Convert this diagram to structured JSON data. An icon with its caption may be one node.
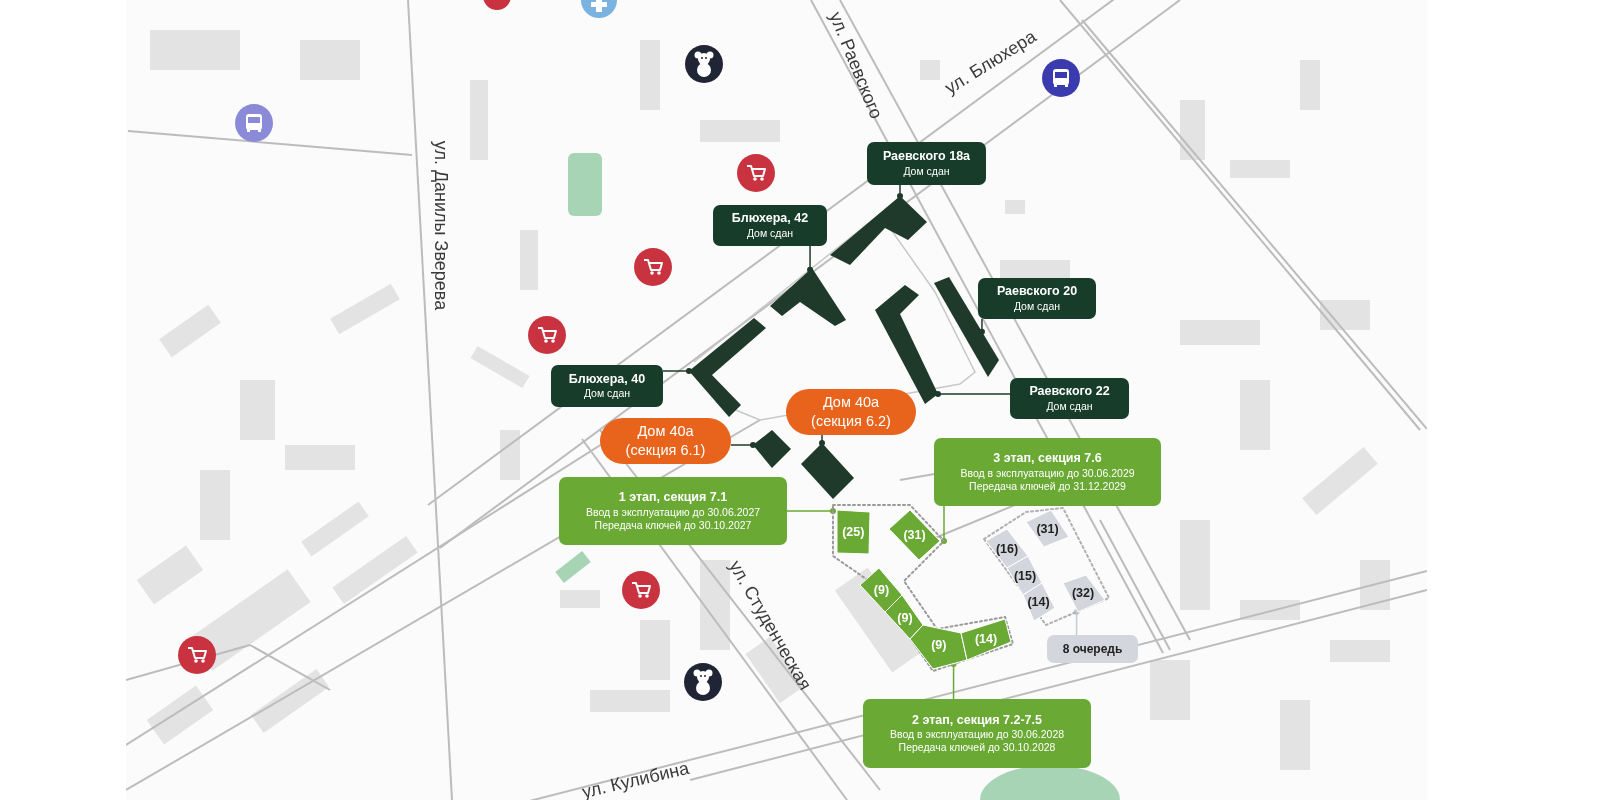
{
  "diagram": {
    "nodes": [
      {
        "text": [
          "Раевского 18а",
          "Дом сдан"
        ]
      },
      {
        "text": [
          "Блюхера, 42",
          "Дом сдан"
        ]
      },
      {
        "text": [
          "Раевского 20",
          "Дом сдан"
        ]
      },
      {
        "text": [
          "Блюхера, 40",
          "Дом сдан"
        ]
      },
      {
        "text": [
          "Раевского 22",
          "Дом сдан"
        ]
      },
      {
        "text": [
          "Дом 40а (секция 6.2)"
        ]
      },
      {
        "text": [
          "Дом 40а (секция 6.1)"
        ]
      },
      {
        "text": [
          "1 этап, секция 7.1",
          "Ввод в эксплуатацию до 30.06.2027",
          "Передача ключей до 30.10.2027"
        ]
      },
      {
        "text": [
          "3 этап, секция 7.6",
          "Ввод в эксплуатацию до 30.06.2029",
          "Передача ключей до 31.12.2029"
        ]
      },
      {
        "text": [
          "2 этап, секция 7.2-7.5",
          "Ввод в эксплуатацию до 30.06.2028",
          "Передача ключей до 30.10.2028"
        ]
      },
      {
        "text": [
          "8 очередь"
        ]
      },
      {
        "text": [],
        "shape": "polygon"
      },
      {
        "text": [],
        "shape": "polygon"
      },
      {
        "text": [],
        "shape": "polygon"
      },
      {
        "text": [],
        "shape": "polygon"
      },
      {
        "text": [],
        "shape": "polygon"
      },
      {
        "text": [],
        "shape": "polygon"
      },
      {
        "text": [],
        "shape": "polygon"
      },
      {
        "text": [],
        "shape": "polygon"
      },
      {
        "text": [
          "(25)"
        ],
        "in": 18
      },
      {
        "text": [
          "(31)"
        ],
        "in": 18
      },
      {
        "text": [
          "(9)"
        ],
        "in": 18
      },
      {
        "text": [
          "(9)"
        ],
        "in": 18
      },
      {
        "text": [
          "(9)"
        ],
        "in": 18
      },
      {
        "text": [
          "(14)"
        ],
        "in": 18
      },
      {
        "text": [],
        "shape": "polygon"
      },
      {
        "text": [
          "(31)"
        ],
        "in": 25
      },
      {
        "text": [
          "(16)"
        ],
        "in": 25
      },
      {
        "text": [
          "(15)"
        ],
        "in": 25
      },
      {
        "text": [
          "(14)"
        ],
        "in": 25
      },
      {
        "text": [
          "(32)"
        ],
        "in": 25
      }
    ],
    "edges": [
      {
        "from": 0,
        "to": 11,
        "arrow": "other"
      },
      {
        "from": 1,
        "to": 12,
        "arrow": "other"
      },
      {
        "from": 2,
        "to": 13,
        "arrow": "other"
      },
      {
        "from": 3,
        "to": 14,
        "arrow": "other"
      },
      {
        "from": 4,
        "to": 15,
        "arrow": "other"
      },
      {
        "from": 5,
        "to": 16,
        "arrow": "other"
      },
      {
        "from": 6,
        "to": 17,
        "arrow": "other"
      },
      {
        "from": 7,
        "to": 18,
        "arrow": "other",
        "color": "#6aa934"
      },
      {
        "from": 8,
        "to": 18,
        "arrow": "other",
        "color": "#6aa934"
      },
      {
        "from": 9,
        "to": 18,
        "arrow": "other",
        "color": "#6aa934"
      },
      {
        "from": 10,
        "to": 25,
        "arrow": "other",
        "color": "#c5c9d1"
      }
    ],
    "labels": [
      "ул. Раевского",
      "ул. Блюхера",
      "ул. Данилы Зверева",
      "ул. Студенческая",
      "ул. Кулибина"
    ]
  }
}
